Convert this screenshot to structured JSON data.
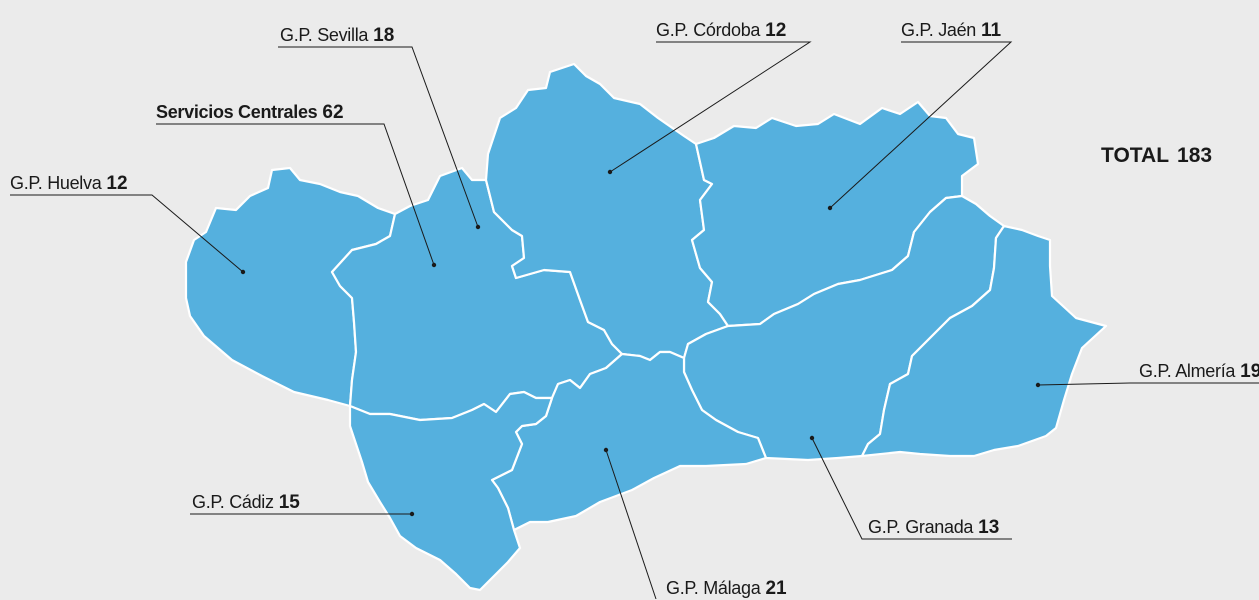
{
  "map": {
    "colors": {
      "background": "#ebebeb",
      "region_fill": "#55b0de",
      "border": "#ffffff",
      "text": "#1a1a1a"
    },
    "total": {
      "label": "TOTAL",
      "value": "183"
    },
    "labels": [
      {
        "id": "huelva",
        "name": "G.P. Huelva",
        "value": "12"
      },
      {
        "id": "sevilla",
        "name": "G.P. Sevilla",
        "value": "18"
      },
      {
        "id": "centrales",
        "name": "Servicios Centrales",
        "value": "62"
      },
      {
        "id": "cordoba",
        "name": "G.P. Córdoba",
        "value": "12"
      },
      {
        "id": "jaen",
        "name": "G.P. Jaén",
        "value": "11"
      },
      {
        "id": "almeria",
        "name": "G.P. Almería",
        "value": "19"
      },
      {
        "id": "granada",
        "name": "G.P. Granada",
        "value": "13"
      },
      {
        "id": "malaga",
        "name": "G.P. Málaga",
        "value": "21"
      },
      {
        "id": "cadiz",
        "name": "G.P. Cádiz",
        "value": "15"
      }
    ]
  }
}
